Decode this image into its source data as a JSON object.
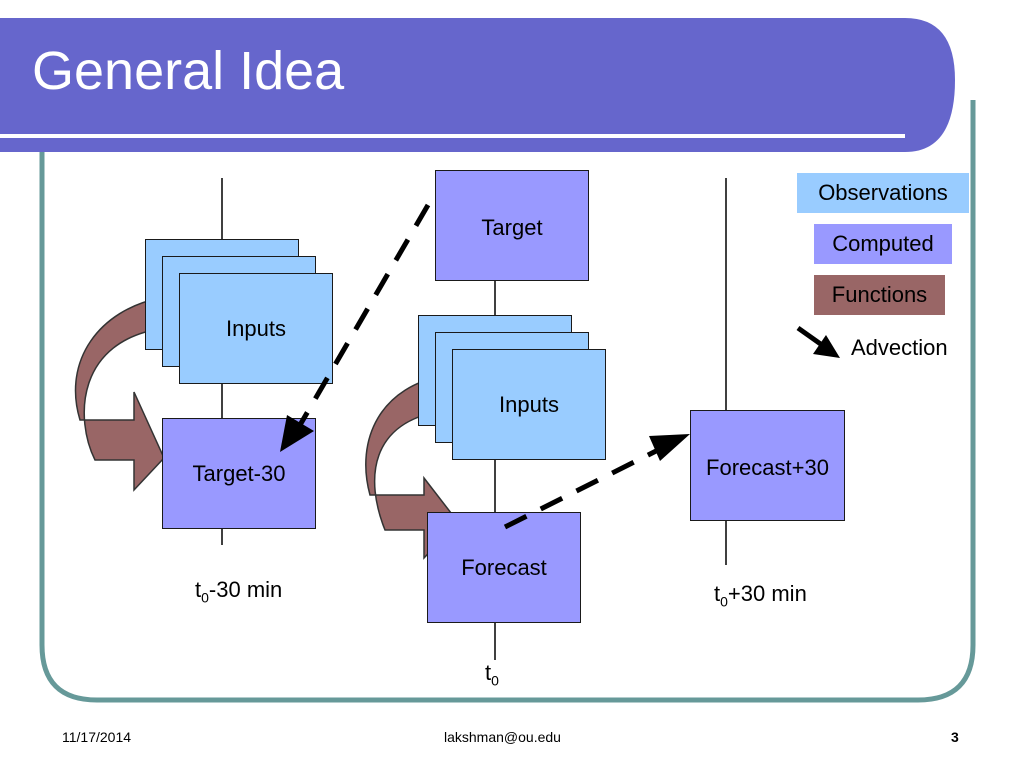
{
  "slide": {
    "title": "General Idea",
    "colors": {
      "header": "#6666cc",
      "border": "#669999",
      "observations": "#99ccff",
      "computed": "#9999ff",
      "functions": "#996666"
    }
  },
  "legend": {
    "observations": "Observations",
    "computed": "Computed",
    "functions": "Functions",
    "advection": "Advection"
  },
  "left_column": {
    "inputs": "Inputs",
    "target": "Target-30",
    "time_base": "t",
    "time_sub": "0",
    "time_suffix": "-30 min"
  },
  "center_column": {
    "target": "Target",
    "inputs": "Inputs",
    "forecast": "Forecast",
    "time_base": "t",
    "time_sub": "0"
  },
  "right_column": {
    "forecast": "Forecast+30",
    "time_base": "t",
    "time_sub": "0",
    "time_suffix": "+30 min"
  },
  "footer": {
    "date": "11/17/2014",
    "email": "lakshman@ou.edu",
    "page": "3"
  }
}
